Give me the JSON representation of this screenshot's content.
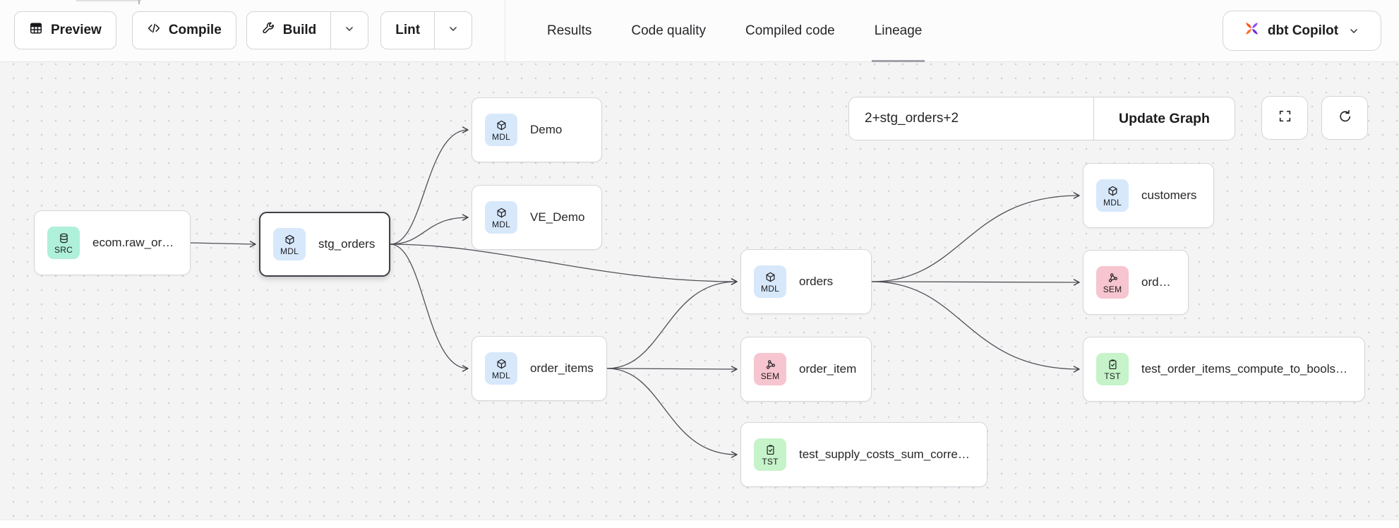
{
  "editor_toolbar": {
    "preview_label": "Preview",
    "compile_label": "Compile",
    "build_label": "Build",
    "lint_label": "Lint"
  },
  "tabs": [
    {
      "label": "Results",
      "active": false
    },
    {
      "label": "Code quality",
      "active": false
    },
    {
      "label": "Compiled code",
      "active": false
    },
    {
      "label": "Lineage",
      "active": true
    }
  ],
  "copilot_button": {
    "label": "dbt Copilot"
  },
  "lineage_controls": {
    "selector_value": "2+stg_orders+2",
    "update_button_label": "Update Graph"
  },
  "graph": {
    "badge_colors": {
      "SRC": "#aef0da",
      "MDL": "#d7e8fb",
      "SEM": "#f6c5cf",
      "TST": "#c6f3c9"
    },
    "copilot_icon_colors": {
      "orange": "#ff4f1f",
      "purple": "#7b4bff"
    },
    "nodes": [
      {
        "id": "ecom-raw-orders",
        "kind": "SRC",
        "label": "ecom.raw_orders",
        "selected": false
      },
      {
        "id": "stg-orders",
        "kind": "MDL",
        "label": "stg_orders",
        "selected": true
      },
      {
        "id": "demo",
        "kind": "MDL",
        "label": "Demo",
        "selected": false
      },
      {
        "id": "ve-demo",
        "kind": "MDL",
        "label": "VE_Demo",
        "selected": false
      },
      {
        "id": "order-items",
        "kind": "MDL",
        "label": "order_items",
        "selected": false
      },
      {
        "id": "orders-model",
        "kind": "MDL",
        "label": "orders",
        "selected": false
      },
      {
        "id": "order-item-sem",
        "kind": "SEM",
        "label": "order_item",
        "selected": false
      },
      {
        "id": "test-supply-costs",
        "kind": "TST",
        "label": "test_supply_costs_sum_correctly",
        "selected": false
      },
      {
        "id": "customers",
        "kind": "MDL",
        "label": "customers",
        "selected": false
      },
      {
        "id": "orders-sem",
        "kind": "SEM",
        "label": "orders",
        "selected": false
      },
      {
        "id": "test-order-items",
        "kind": "TST",
        "label": "test_order_items_compute_to_bools_c...",
        "selected": false
      }
    ],
    "edges": [
      [
        "ecom-raw-orders",
        "stg-orders"
      ],
      [
        "stg-orders",
        "demo"
      ],
      [
        "stg-orders",
        "ve-demo"
      ],
      [
        "stg-orders",
        "orders-model"
      ],
      [
        "stg-orders",
        "order-items"
      ],
      [
        "order-items",
        "orders-model"
      ],
      [
        "order-items",
        "order-item-sem"
      ],
      [
        "order-items",
        "test-supply-costs"
      ],
      [
        "orders-model",
        "customers"
      ],
      [
        "orders-model",
        "orders-sem"
      ],
      [
        "orders-model",
        "test-order-items"
      ]
    ]
  }
}
